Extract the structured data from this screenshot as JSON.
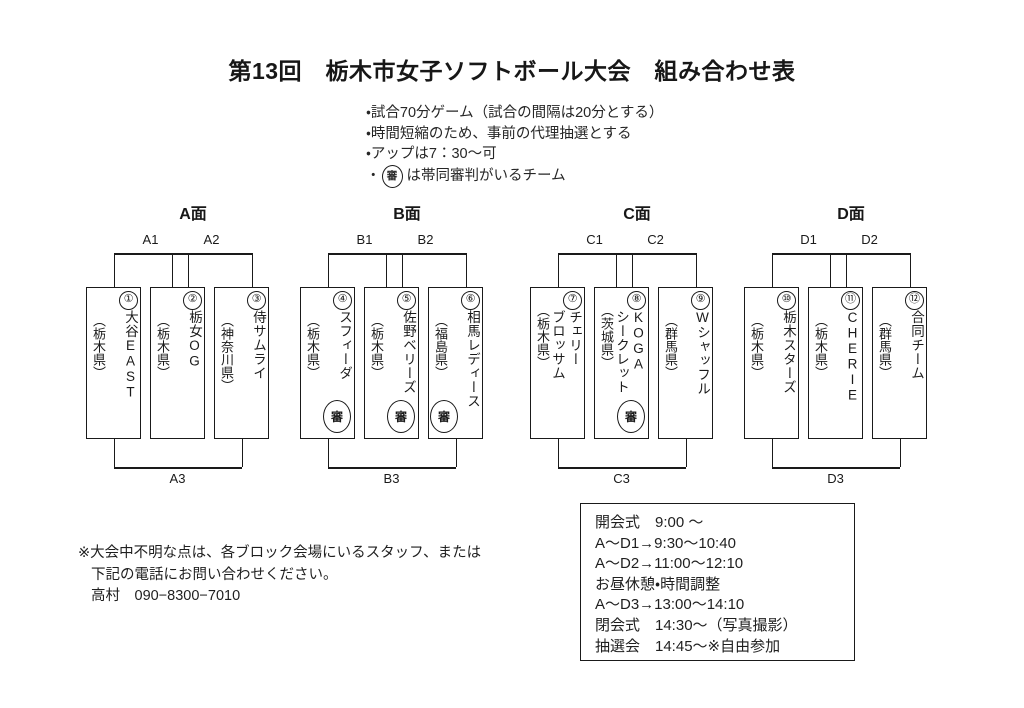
{
  "title": "第13回　栃木市女子ソフトボール大会　組み合わせ表",
  "notes": {
    "line1": "・試合70分ゲーム（試合の間隔は20分とする）",
    "line2": "・時間短縮のため、事前の代理抽選とする",
    "line3": "・アップは7：30〜可",
    "umpire_prefix": "・",
    "umpire_badge": "審",
    "umpire_suffix": "は帯同審判がいるチーム"
  },
  "blocks": [
    {
      "title": "A面",
      "match_top_left": "A1",
      "match_top_right": "A2",
      "match_bottom": "A3",
      "teams": [
        {
          "num": "①",
          "name": "大谷EAST",
          "name_cols": [
            "大谷EAST"
          ],
          "pref": "（栃木県）",
          "umpire": false
        },
        {
          "num": "②",
          "name": "栃女OG",
          "name_cols": [
            "栃女OG"
          ],
          "pref": "（栃木県）",
          "umpire": false
        },
        {
          "num": "③",
          "name": "侍サムライ",
          "name_cols": [
            "侍サムライ"
          ],
          "pref": "（神奈川県）",
          "umpire": false
        }
      ]
    },
    {
      "title": "B面",
      "match_top_left": "B1",
      "match_top_right": "B2",
      "match_bottom": "B3",
      "teams": [
        {
          "num": "④",
          "name": "スフィーダ",
          "name_cols": [
            "スフィーダ"
          ],
          "pref": "（栃木県）",
          "umpire": true
        },
        {
          "num": "⑤",
          "name": "佐野ベリーズ",
          "name_cols": [
            "佐野ベリーズ"
          ],
          "pref": "（栃木県）",
          "umpire": true
        },
        {
          "num": "⑥",
          "name": "相馬レディース",
          "name_cols": [
            "相馬レディース"
          ],
          "pref": "（福島県）",
          "umpire": true
        }
      ]
    },
    {
      "title": "C面",
      "match_top_left": "C1",
      "match_top_right": "C2",
      "match_bottom": "C3",
      "teams": [
        {
          "num": "⑦",
          "name": "チェリーブロッサム",
          "name_cols": [
            "チェリー",
            "ブロッサム"
          ],
          "pref": "（栃木県）",
          "umpire": false
        },
        {
          "num": "⑧",
          "name": "KOGAシークレット",
          "name_cols": [
            "KOGA",
            "シークレット"
          ],
          "pref": "（茨城県）",
          "umpire": true
        },
        {
          "num": "⑨",
          "name": "Wシャッフル",
          "name_cols": [
            "Wシャッフル"
          ],
          "pref": "（群馬県）",
          "umpire": false
        }
      ]
    },
    {
      "title": "D面",
      "match_top_left": "D1",
      "match_top_right": "D2",
      "match_bottom": "D3",
      "teams": [
        {
          "num": "⑩",
          "name": "栃木スターズ",
          "name_cols": [
            "栃木スターズ"
          ],
          "pref": "（栃木県）",
          "umpire": false
        },
        {
          "num": "⑪",
          "name": "CHERIE",
          "name_cols": [
            "CHERIE"
          ],
          "pref": "（栃木県）",
          "umpire": false
        },
        {
          "num": "⑫",
          "name": "合同チーム",
          "name_cols": [
            "合同チーム"
          ],
          "pref": "（群馬県）",
          "umpire": false
        }
      ]
    }
  ],
  "schedule": {
    "lines": [
      "開会式　9:00 〜",
      "A〜D1→9:30〜10:40",
      "A〜D2→11:00〜12:10",
      "お昼休憩・時間調整",
      "A〜D3→13:00〜14:10",
      "閉会式　14:30〜（写真撮影）",
      "抽選会　14:45〜※自由参加"
    ]
  },
  "footnote": {
    "line1": "※大会中不明な点は、各ブロック会場にいるスタッフ、または",
    "line2": "下記の電話にお問い合わせください。",
    "line3": "高村　090−8300−7010"
  },
  "colors": {
    "ink": "#1a1a1a",
    "paper": "#ffffff"
  }
}
